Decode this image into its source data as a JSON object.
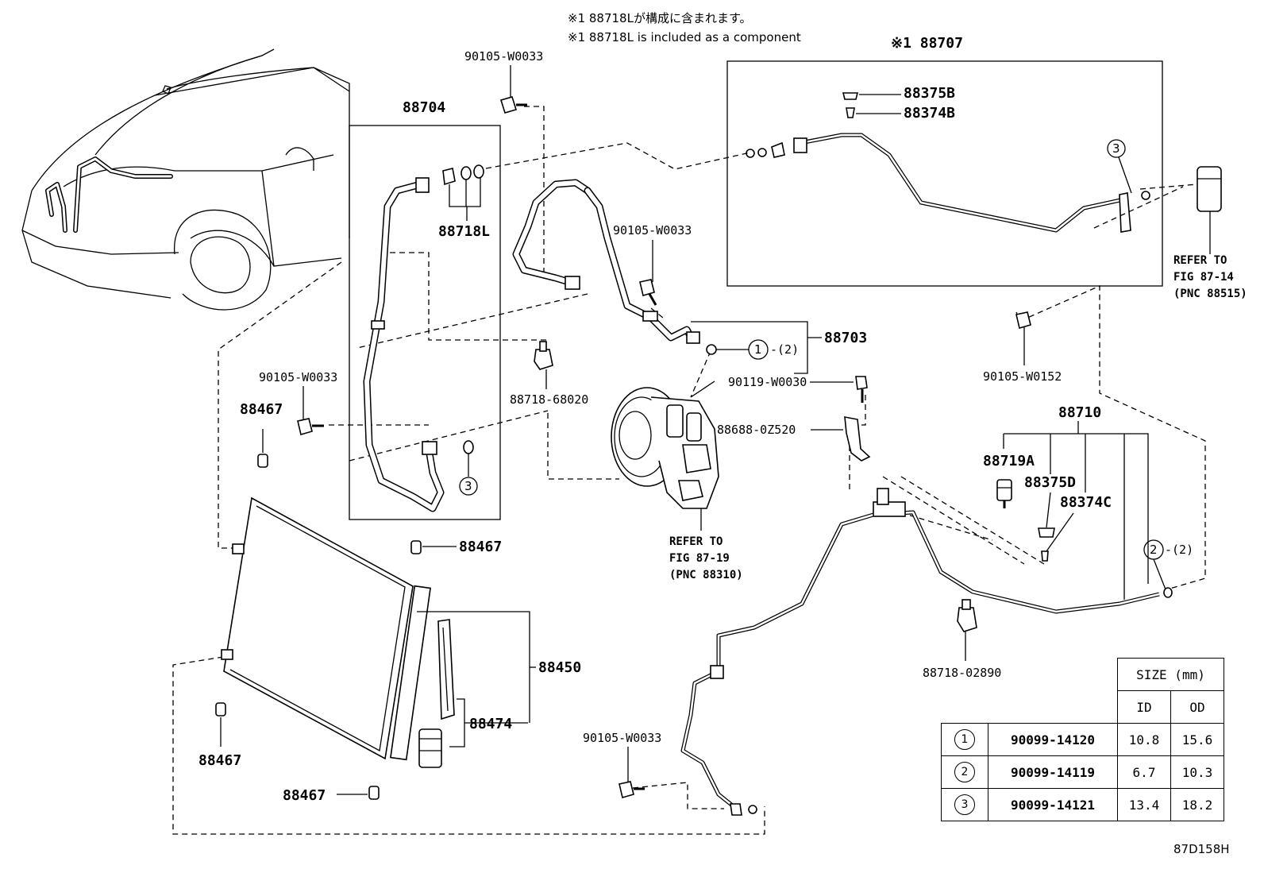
{
  "notes": {
    "jp": "※1 88718Lが構成に含まれます。",
    "en": "※1 88718L is included as a component"
  },
  "labels": {
    "assy_88707": "※1 88707",
    "p88375B": "88375B",
    "p88374B": "88374B",
    "p90105_top": "90105-W0033",
    "p88704": "88704",
    "p88718L": "88718L",
    "p90105_mid": "90105-W0033",
    "p88703": "88703",
    "c1_qty": "-(2)",
    "p88718_68020": "88718-68020",
    "p90105_left": "90105-W0033",
    "p88467_a": "88467",
    "p88467_b": "88467",
    "p88467_c": "88467",
    "p88467_d": "88467",
    "p90119": "90119-W0030",
    "p88688": "88688-0Z520",
    "p88450": "88450",
    "p88474": "88474",
    "p90105_bottom": "90105-W0033",
    "p90105_W0152": "90105-W0152",
    "p88710": "88710",
    "p88719A": "88719A",
    "p88375D": "88375D",
    "p88374C": "88374C",
    "c2_qty": "-(2)",
    "p88718_02890": "88718-02890",
    "callout_1": "1",
    "callout_2": "2",
    "callout_3": "3"
  },
  "references": {
    "ref_compressor": [
      "REFER TO",
      "FIG 87-19",
      "(PNC 88310)"
    ],
    "ref_receiver": [
      "REFER TO",
      "FIG 87-14",
      "(PNC 88515)"
    ]
  },
  "size_table": {
    "header": "SIZE (mm)",
    "col_id": "ID",
    "col_od": "OD",
    "rows": [
      {
        "no": "1",
        "part": "90099-14120",
        "id": "10.8",
        "od": "15.6"
      },
      {
        "no": "2",
        "part": "90099-14119",
        "id": "6.7",
        "od": "10.3"
      },
      {
        "no": "3",
        "part": "90099-14121",
        "id": "13.4",
        "od": "18.2"
      }
    ]
  },
  "figure_id": "87D158H"
}
